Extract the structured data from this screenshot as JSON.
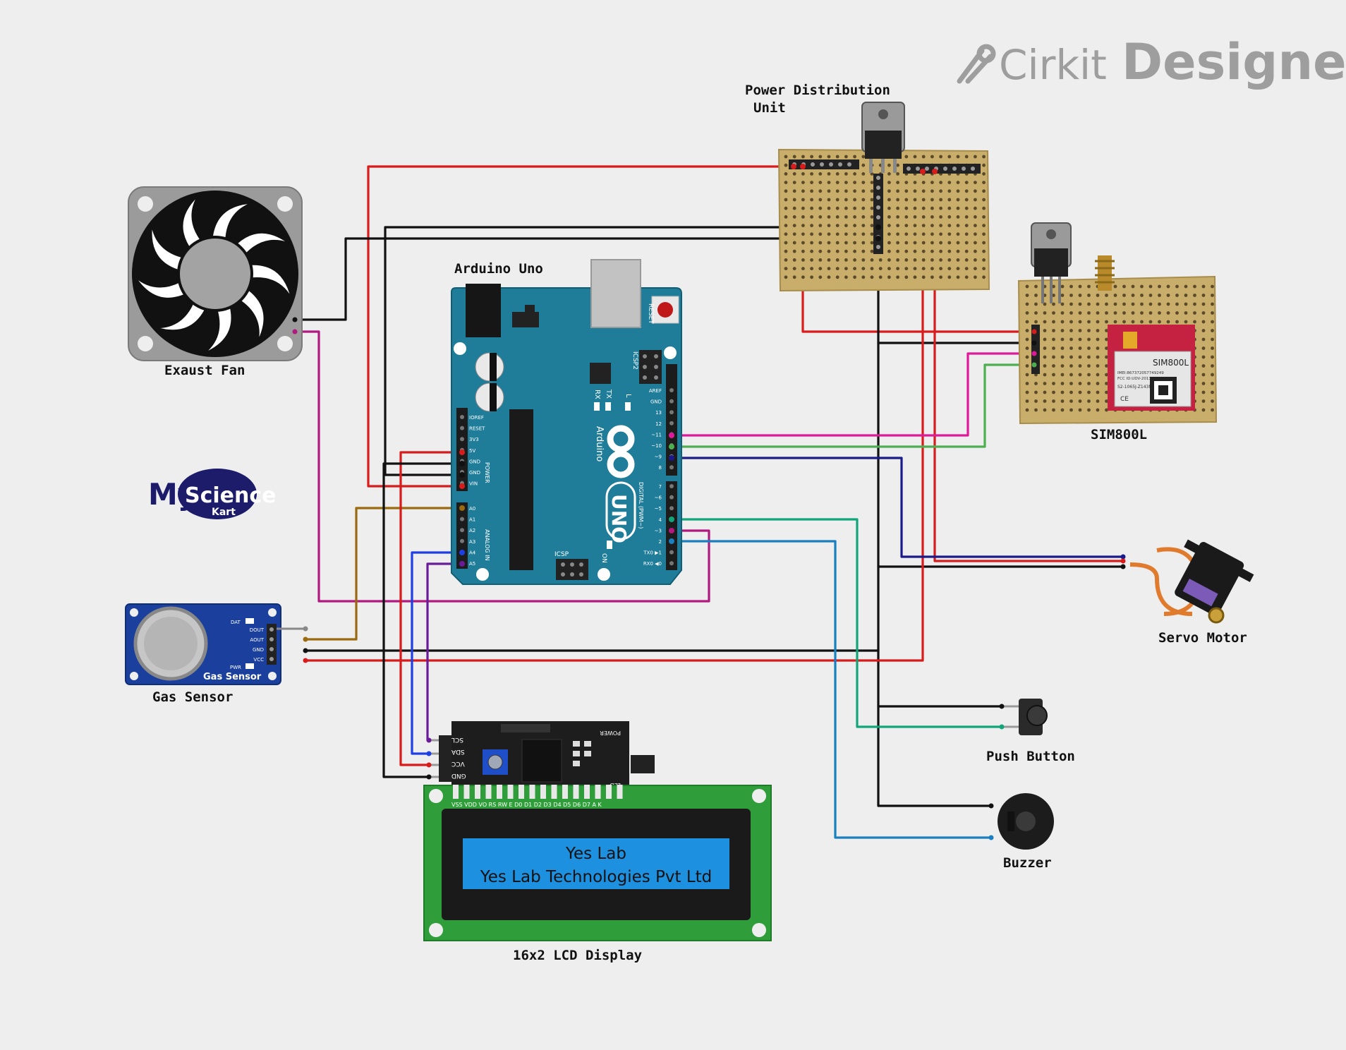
{
  "brand": {
    "name_light": "Cirkit",
    "name_bold": "Designer"
  },
  "logo": {
    "line1": "My",
    "line2": "Science",
    "line3": "Kart"
  },
  "components": {
    "pdu_label_1": "Power Distribution",
    "pdu_label_2": "Unit",
    "fan": "Exaust Fan",
    "arduino": "Arduino Uno",
    "sim": "SIM800L",
    "gas": "Gas Sensor",
    "servo": "Servo Motor",
    "button": "Push Button",
    "buzzer": "Buzzer",
    "lcd": "16x2 LCD Display"
  },
  "lcd_screen": {
    "line1": "Yes Lab",
    "line2": "Yes Lab Technologies Pvt Ltd"
  },
  "arduino_board": {
    "brand": "Arduino",
    "model": "UNO",
    "icsp2": "ICSP2",
    "icsp": "ICSP",
    "reset": "RESET",
    "on": "ON",
    "tx": "TX",
    "rx": "RX",
    "l": "L",
    "power_header": "POWER",
    "analog_header": "ANALOG IN",
    "digital_header": "DIGITAL (PWM~)",
    "power_pins": [
      "IOREF",
      "RESET",
      "3V3",
      "5V",
      "GND",
      "GND",
      "VIN"
    ],
    "analog_pins": [
      "A0",
      "A1",
      "A2",
      "A3",
      "A4",
      "A5"
    ],
    "digital_top_pins": [
      "AREF",
      "GND",
      "13",
      "12",
      "~11",
      "~10",
      "~9",
      "8"
    ],
    "digital_bottom_pins": [
      "7",
      "~6",
      "~5",
      "4",
      "~3",
      "2",
      "TX0 ▶1",
      "RX0 ◀0"
    ]
  },
  "gas_module": {
    "pins": [
      "DOUT",
      "AOUT",
      "GND",
      "VCC"
    ],
    "dat": "DAT",
    "pwr": "PWR",
    "name": "Gas Sensor"
  },
  "lcd_backpack": {
    "pins": [
      "SCL",
      "SDA",
      "VCC",
      "GND"
    ],
    "power": "POWER",
    "led": "LED",
    "pin_row": "VSS VDD VO RS RW E D0 D1 D2 D3 D4 D5 D6 D7 A K"
  },
  "sim_module": {
    "title": "SIM800L",
    "imei": "IMEI:867372057749249",
    "fcc": "FCC ID:UDV-2013072402",
    "code": "S2-1065J-Z143N",
    "ce": "CE"
  },
  "wire_colors": {
    "red": "#d81b1b",
    "black": "#111111",
    "magenta": "#e0199a",
    "green": "#4caf50",
    "navy": "#1a1a8c",
    "teal": "#13a57a",
    "blue_sky": "#1a7fc1",
    "brown": "#9a6a10",
    "blue": "#1e3fe6",
    "purple": "#6a1b9a",
    "plum": "#b0197e"
  }
}
